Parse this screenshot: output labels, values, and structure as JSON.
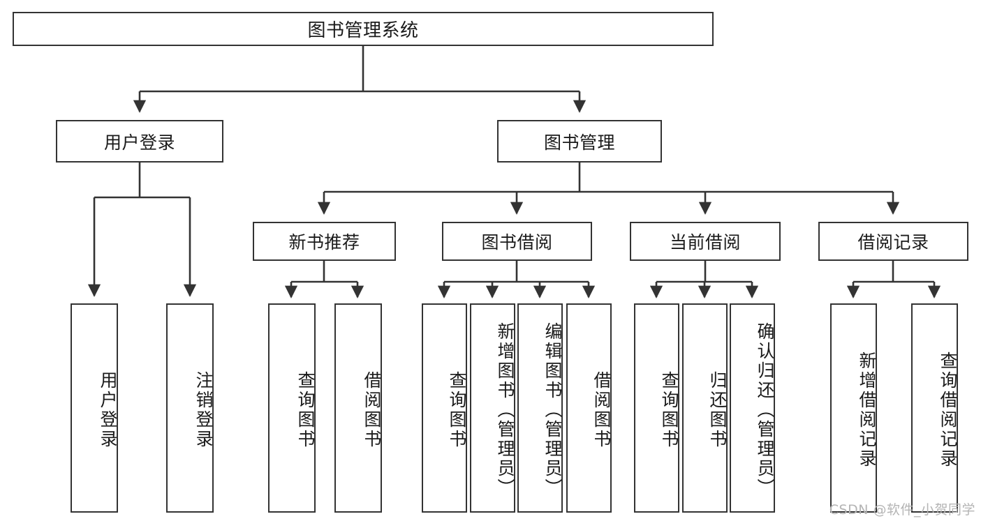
{
  "diagram": {
    "title": "图书管理系统",
    "type": "tree-hierarchy-chart",
    "watermark": "CSDN @软件_小贺同学",
    "colors": {
      "background": "#ffffff",
      "border": "#333333",
      "text": "#1a1a1a",
      "watermark": "#b4b4b4"
    },
    "nodes": {
      "root": {
        "label": "图书管理系统"
      },
      "level2": [
        {
          "label": "用户登录"
        },
        {
          "label": "图书管理"
        }
      ],
      "level3": [
        {
          "label": "新书推荐"
        },
        {
          "label": "图书借阅"
        },
        {
          "label": "当前借阅"
        },
        {
          "label": "借阅记录"
        }
      ],
      "leaves": [
        {
          "label": "用户登录"
        },
        {
          "label": "注销登录"
        },
        {
          "label": "查询图书"
        },
        {
          "label": "借阅图书"
        },
        {
          "label": "查询图书"
        },
        {
          "label": "新增图书（管理员）"
        },
        {
          "label": "编辑图书（管理员）"
        },
        {
          "label": "借阅图书"
        },
        {
          "label": "查询图书"
        },
        {
          "label": "归还图书"
        },
        {
          "label": "确认归还（管理员）"
        },
        {
          "label": "新增借阅记录"
        },
        {
          "label": "查询借阅记录"
        }
      ]
    }
  }
}
